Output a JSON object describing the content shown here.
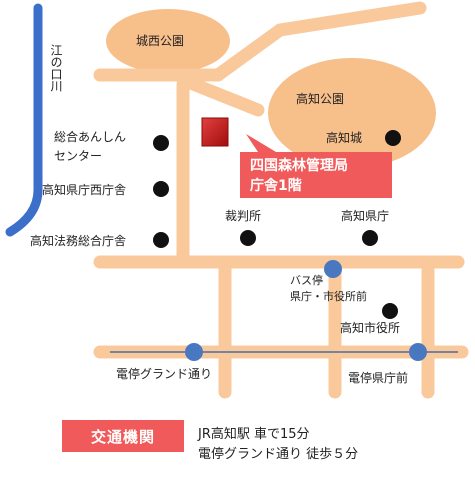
{
  "places": {
    "park_west": "城西公園",
    "park_kochi": "高知公園",
    "castle": "高知城",
    "river": "江の口川",
    "welfare_line1": "総合あんしん",
    "welfare_line2": "センター",
    "pref_west": "高知県庁西庁舎",
    "law_office": "高知法務総合庁舎",
    "court": "裁判所",
    "pref_office": "高知県庁",
    "bus_stop_line1": "バス停",
    "bus_stop_line2": "県庁・市役所前",
    "city_hall": "高知市役所",
    "tram_grand": "電停グランド通り",
    "tram_pref": "電停県庁前"
  },
  "office": {
    "line1": "四国森林管理局",
    "line2": "庁舎1階"
  },
  "access": {
    "badge": "交通機関",
    "line1": "JR高知駅 車で15分",
    "line2": "電停グランド通り 徒歩５分"
  },
  "colors": {
    "road": "#f9c99b",
    "park": "#f7bf8a",
    "river": "#3b6fc9",
    "stop": "#4a78c0",
    "office": "#f05a5a",
    "marker": "#c41818"
  }
}
